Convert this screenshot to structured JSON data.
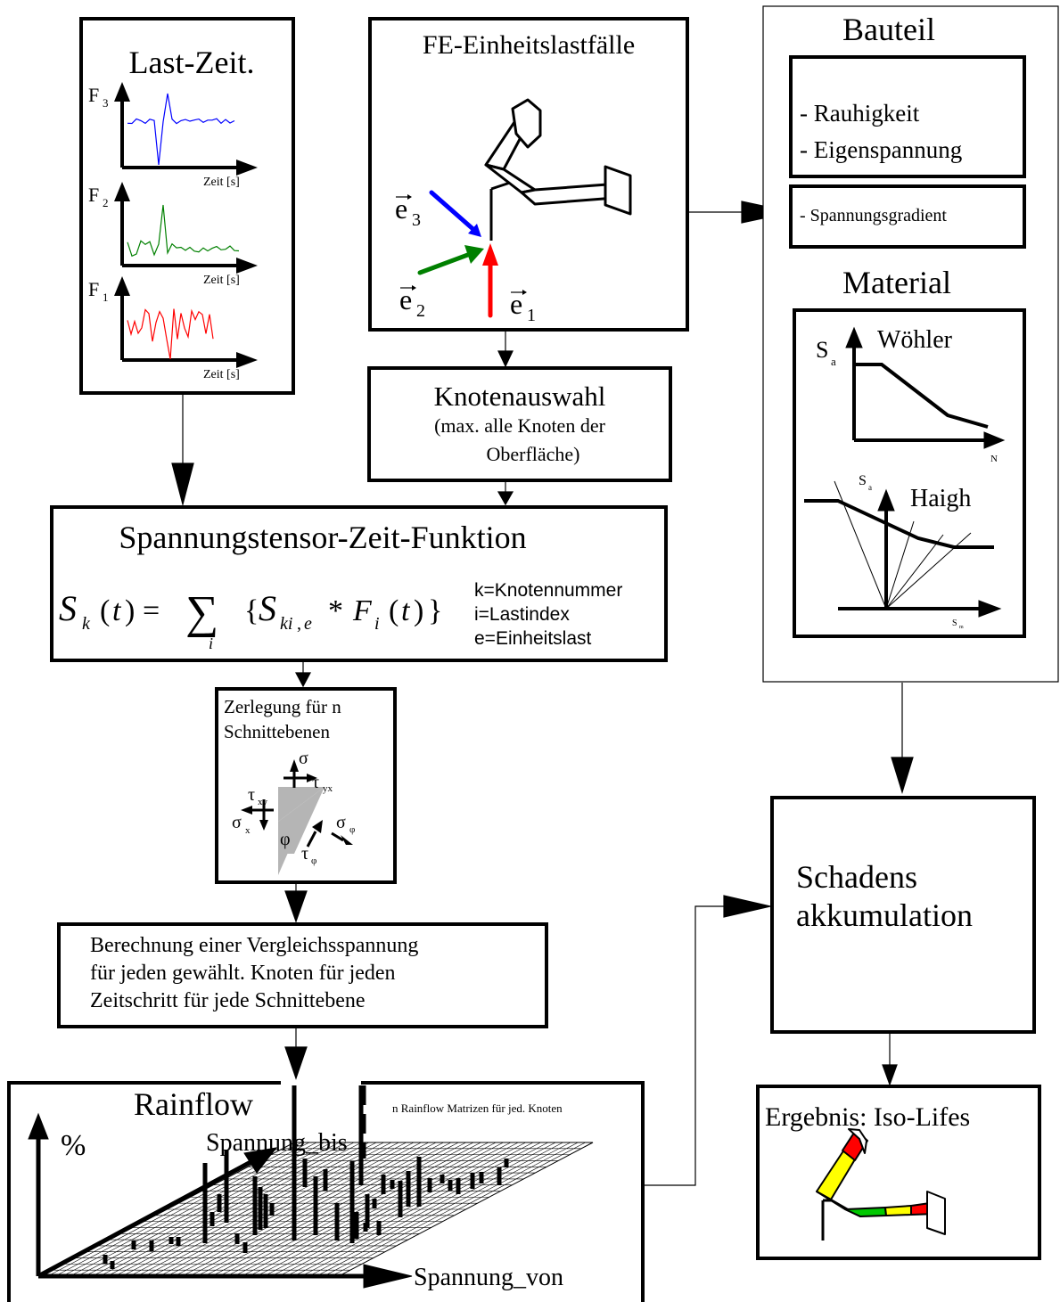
{
  "lastzeit": {
    "title": "Last-Zeit.",
    "axes": [
      {
        "label": "F",
        "sub": "3",
        "xlabel": "Zeit [s]",
        "color": "#0000ff"
      },
      {
        "label": "F",
        "sub": "2",
        "xlabel": "Zeit [s]",
        "color": "#008000"
      },
      {
        "label": "F",
        "sub": "1",
        "xlabel": "Zeit [s]",
        "color": "#ff0000"
      }
    ]
  },
  "fe": {
    "title": "FE-Einheitslastfälle",
    "vec_letter": "e",
    "vec_subs": [
      "3",
      "2",
      "1"
    ],
    "vec_colors": [
      "#0000ff",
      "#008000",
      "#ff0000"
    ]
  },
  "bauteil": {
    "title": "Bauteil",
    "items": [
      "- Rauhigkeit",
      "- Eigenspannung"
    ],
    "gradient": "- Spannungsgradient"
  },
  "material": {
    "title": "Material",
    "woehler": {
      "title": "Wöhler",
      "ylabel": "S",
      "ysub": "a",
      "xlabel": "N"
    },
    "haigh": {
      "title": "Haigh",
      "ylabel": "S",
      "ysub": "a",
      "xlabel": "S",
      "xsub": "m"
    }
  },
  "knoten": {
    "title": "Knotenauswahl",
    "line1": "(max. alle Knoten der",
    "line2": "Oberfläche)"
  },
  "spannung": {
    "title": "Spannungstensor-Zeit-Funktion",
    "legend": [
      "k=Knotennummer",
      "i=Lastindex",
      "e=Einheitslast"
    ]
  },
  "zerlegung": {
    "line1": "Zerlegung für n",
    "line2": "Schnittebenen",
    "sigma": "σ",
    "tau": "τ",
    "phi": "φ",
    "sub_xy": "xy",
    "sub_yx": "yx",
    "sub_x": "x",
    "sub_phi": "φ"
  },
  "berechnung": {
    "lines": [
      "Berechnung einer Vergleichsspannung",
      "für jeden gewählt. Knoten  für jeden",
      "Zeitschritt für jede Schnittebene"
    ]
  },
  "rainflow": {
    "title": "Rainflow",
    "note": "n Rainflow Matrizen für jed. Knoten",
    "ylabel": "%",
    "axis_bis": "Spannung_bis",
    "axis_von": "Spannung_von"
  },
  "schaden": {
    "line1": "Schadens",
    "line2": "akkumulation"
  },
  "ergebnis": {
    "title": "Ergebnis: Iso-Lifes",
    "colors": [
      "#ff0000",
      "#ffff00",
      "#00c800"
    ]
  }
}
